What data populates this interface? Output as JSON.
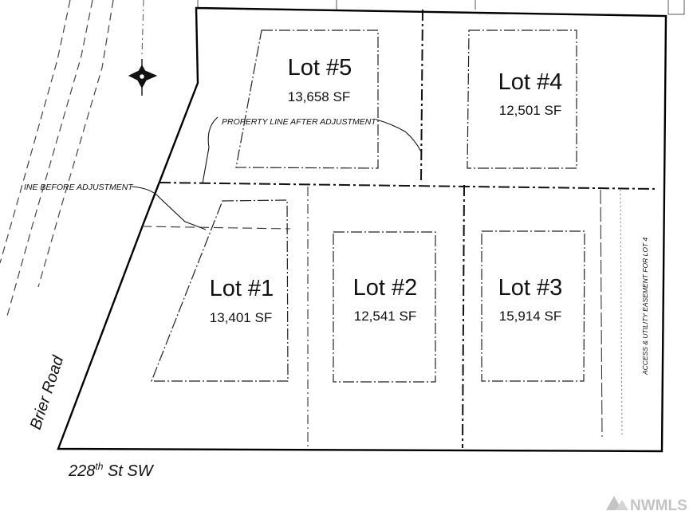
{
  "lots": [
    {
      "name": "Lot #5",
      "area": "13,658 SF"
    },
    {
      "name": "Lot #4",
      "area": "12,501 SF"
    },
    {
      "name": "Lot #1",
      "area": "13,401 SF"
    },
    {
      "name": "Lot #2",
      "area": "12,541 SF"
    },
    {
      "name": "Lot #3",
      "area": "15,914 SF"
    }
  ],
  "notes": {
    "property_line_after": "PROPERTY LINE AFTER ADJUSTMENT",
    "line_before": "INE BEFORE ADJUSTMENT",
    "easement": "ACCESS & UTILITY EASEMENT FOR LOT 4"
  },
  "roads": {
    "brier": "Brier Road",
    "street_num": "228",
    "street_sup": "th",
    "street_rest": " St SW"
  },
  "watermark": "NWMLS",
  "icons": [
    "north-arrow-icon"
  ]
}
